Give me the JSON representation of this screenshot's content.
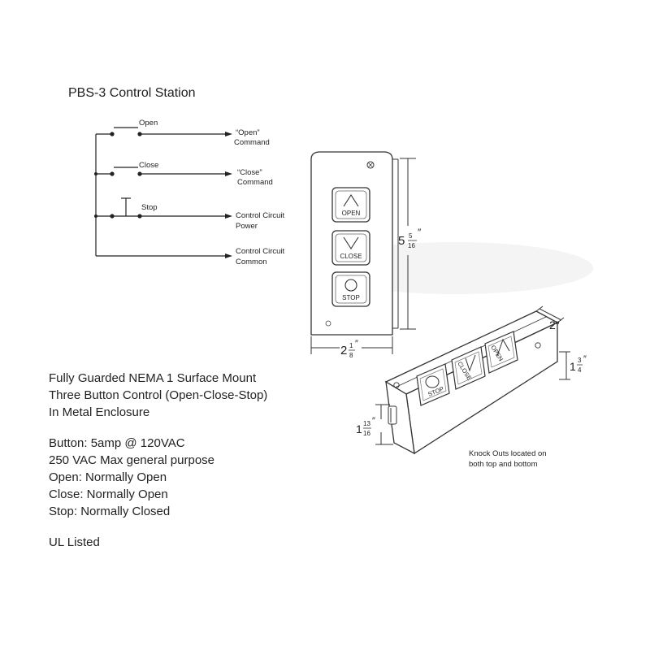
{
  "title": "PBS-3 Control Station",
  "schematic": {
    "switches": [
      {
        "label": "Open",
        "output": [
          "“Open”",
          "Command"
        ]
      },
      {
        "label": "Close",
        "output": [
          "“Close”",
          "Command"
        ]
      },
      {
        "label": "Stop",
        "output": [
          "Control Circuit",
          "Power"
        ]
      }
    ],
    "common_output": [
      "Control Circuit",
      "Common"
    ]
  },
  "front_view": {
    "buttons": [
      {
        "label": "OPEN",
        "icon": "chevron-up-icon"
      },
      {
        "label": "CLOSE",
        "icon": "chevron-down-icon"
      },
      {
        "label": "STOP",
        "icon": "circle-icon"
      }
    ],
    "height_dim": {
      "whole": "5",
      "num": "5",
      "den": "16",
      "unit": "″"
    },
    "width_dim": {
      "whole": "2",
      "num": "1",
      "den": "8",
      "unit": "″"
    }
  },
  "iso_view": {
    "buttons": [
      {
        "label": "STOP",
        "icon": "circle-icon"
      },
      {
        "label": "CLOSE",
        "icon": "chevron-down-icon"
      },
      {
        "label": "OPEN",
        "icon": "chevron-up-icon"
      }
    ],
    "depth_dim": "2″",
    "height_dim": {
      "whole": "1",
      "num": "3",
      "den": "4",
      "unit": "″"
    },
    "knockout_dim": {
      "whole": "1",
      "num": "13",
      "den": "16",
      "unit": "″"
    },
    "knockout_note": [
      "Knock Outs located on",
      "both top and bottom"
    ]
  },
  "description": [
    "Fully Guarded NEMA 1 Surface Mount",
    "Three Button Control (Open-Close-Stop)",
    "In Metal Enclosure"
  ],
  "specs": [
    "Button: 5amp @ 120VAC",
    "250 VAC Max general purpose",
    "Open: Normally Open",
    "Close: Normally Open",
    "Stop: Normally Closed"
  ],
  "listing": "UL Listed"
}
